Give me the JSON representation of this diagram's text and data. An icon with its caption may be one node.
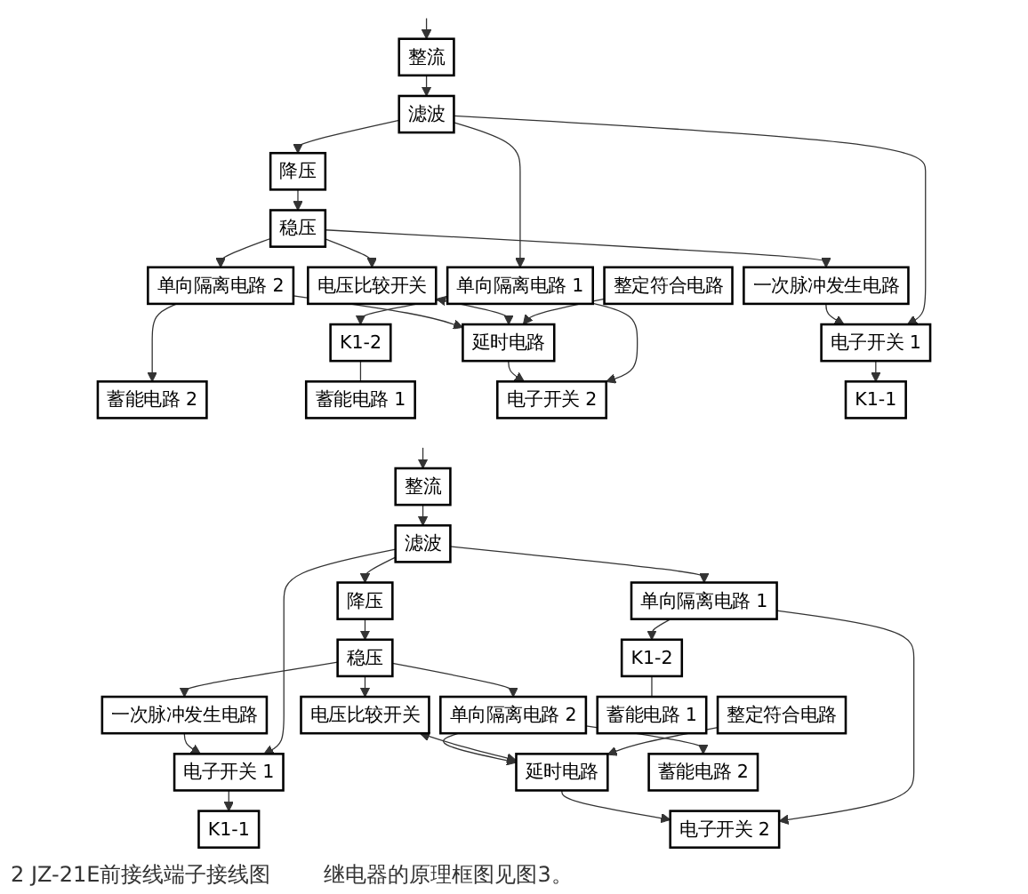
{
  "diagram": {
    "nodes": [
      {
        "text": [
          "整流"
        ]
      },
      {
        "text": [
          "滤波"
        ]
      },
      {
        "text": [
          "降压"
        ]
      },
      {
        "text": [
          "稳压"
        ]
      },
      {
        "text": [
          "整定符合电路"
        ]
      },
      {
        "text": [
          "单向隔离电路 1"
        ]
      },
      {
        "text": [
          "一次脉冲发生电路"
        ]
      },
      {
        "text": [
          "电压比较开关"
        ]
      },
      {
        "text": [
          "延时电路"
        ]
      },
      {
        "text": [
          "单向隔离电路 2"
        ]
      },
      {
        "text": [
          "电子开关 1"
        ]
      },
      {
        "text": [
          "K1-1"
        ]
      },
      {
        "text": [
          "K1-2"
        ]
      },
      {
        "text": [
          "电子开关 2"
        ]
      },
      {
        "text": [
          "蓄能电路 1"
        ]
      },
      {
        "text": [
          "蓄能电路 2"
        ]
      },
      {
        "text": [
          "整流"
        ]
      },
      {
        "text": [
          "滤波"
        ]
      },
      {
        "text": [
          "降压"
        ]
      },
      {
        "text": [
          "稳压"
        ]
      },
      {
        "text": [
          "整定符合电路"
        ]
      },
      {
        "text": [
          "单向隔离电路 1"
        ]
      },
      {
        "text": [
          "一次脉冲发生电路"
        ]
      },
      {
        "text": [
          "电压比较开关"
        ]
      },
      {
        "text": [
          "延时电路"
        ]
      },
      {
        "text": [
          "单向隔离电路 2"
        ]
      },
      {
        "text": [
          "电子开关 1"
        ]
      },
      {
        "text": [
          "K1-1"
        ]
      },
      {
        "text": [
          "K1-2"
        ]
      },
      {
        "text": [
          "电子开关 2"
        ]
      },
      {
        "text": [
          "蓄能电路 1"
        ]
      },
      {
        "text": [
          "蓄能电路 2"
        ]
      }
    ],
    "edges": [
      {
        "from": null,
        "to": 0,
        "arrow": "to"
      },
      {
        "from": 0,
        "to": 1,
        "arrow": "to"
      },
      {
        "from": 1,
        "to": 2,
        "arrow": "to"
      },
      {
        "from": 2,
        "to": 3,
        "arrow": "to"
      },
      {
        "from": 1,
        "to": 5,
        "arrow": "to"
      },
      {
        "from": 1,
        "to": 10,
        "arrow": "to"
      },
      {
        "from": 3,
        "to": 6,
        "arrow": "to"
      },
      {
        "from": 3,
        "to": 7,
        "arrow": "to"
      },
      {
        "from": 3,
        "to": 9,
        "arrow": "to"
      },
      {
        "from": 4,
        "to": 8,
        "arrow": "to"
      },
      {
        "from": 7,
        "to": 8,
        "arrow": "both"
      },
      {
        "from": 9,
        "to": 8,
        "arrow": "to"
      },
      {
        "from": 6,
        "to": 10,
        "arrow": "to"
      },
      {
        "from": 9,
        "to": 15,
        "arrow": "to"
      },
      {
        "from": 10,
        "to": 11,
        "arrow": "to"
      },
      {
        "from": 5,
        "to": 12,
        "arrow": "to"
      },
      {
        "from": 5,
        "to": 13,
        "arrow": "to"
      },
      {
        "from": 8,
        "to": 13,
        "arrow": "to"
      },
      {
        "from": 12,
        "to": 14,
        "arrow": "none"
      },
      {
        "from": null,
        "to": 16,
        "arrow": "to"
      },
      {
        "from": 16,
        "to": 17,
        "arrow": "to"
      },
      {
        "from": 17,
        "to": 18,
        "arrow": "to"
      },
      {
        "from": 18,
        "to": 19,
        "arrow": "to"
      },
      {
        "from": 17,
        "to": 21,
        "arrow": "to"
      },
      {
        "from": 17,
        "to": 26,
        "arrow": "to"
      },
      {
        "from": 19,
        "to": 22,
        "arrow": "to"
      },
      {
        "from": 19,
        "to": 23,
        "arrow": "to"
      },
      {
        "from": 19,
        "to": 25,
        "arrow": "to"
      },
      {
        "from": 20,
        "to": 24,
        "arrow": "to"
      },
      {
        "from": 23,
        "to": 24,
        "arrow": "both"
      },
      {
        "from": 25,
        "to": 24,
        "arrow": "to"
      },
      {
        "from": 22,
        "to": 26,
        "arrow": "to"
      },
      {
        "from": 25,
        "to": 31,
        "arrow": "to"
      },
      {
        "from": 26,
        "to": 27,
        "arrow": "to"
      },
      {
        "from": 21,
        "to": 28,
        "arrow": "to"
      },
      {
        "from": 21,
        "to": 29,
        "arrow": "to"
      },
      {
        "from": 24,
        "to": 29,
        "arrow": "to"
      },
      {
        "from": 28,
        "to": 30,
        "arrow": "none"
      }
    ],
    "labels": [
      "2 JZ-21E前接线端子接线图",
      "继电器的原理框图见图3。"
    ]
  }
}
